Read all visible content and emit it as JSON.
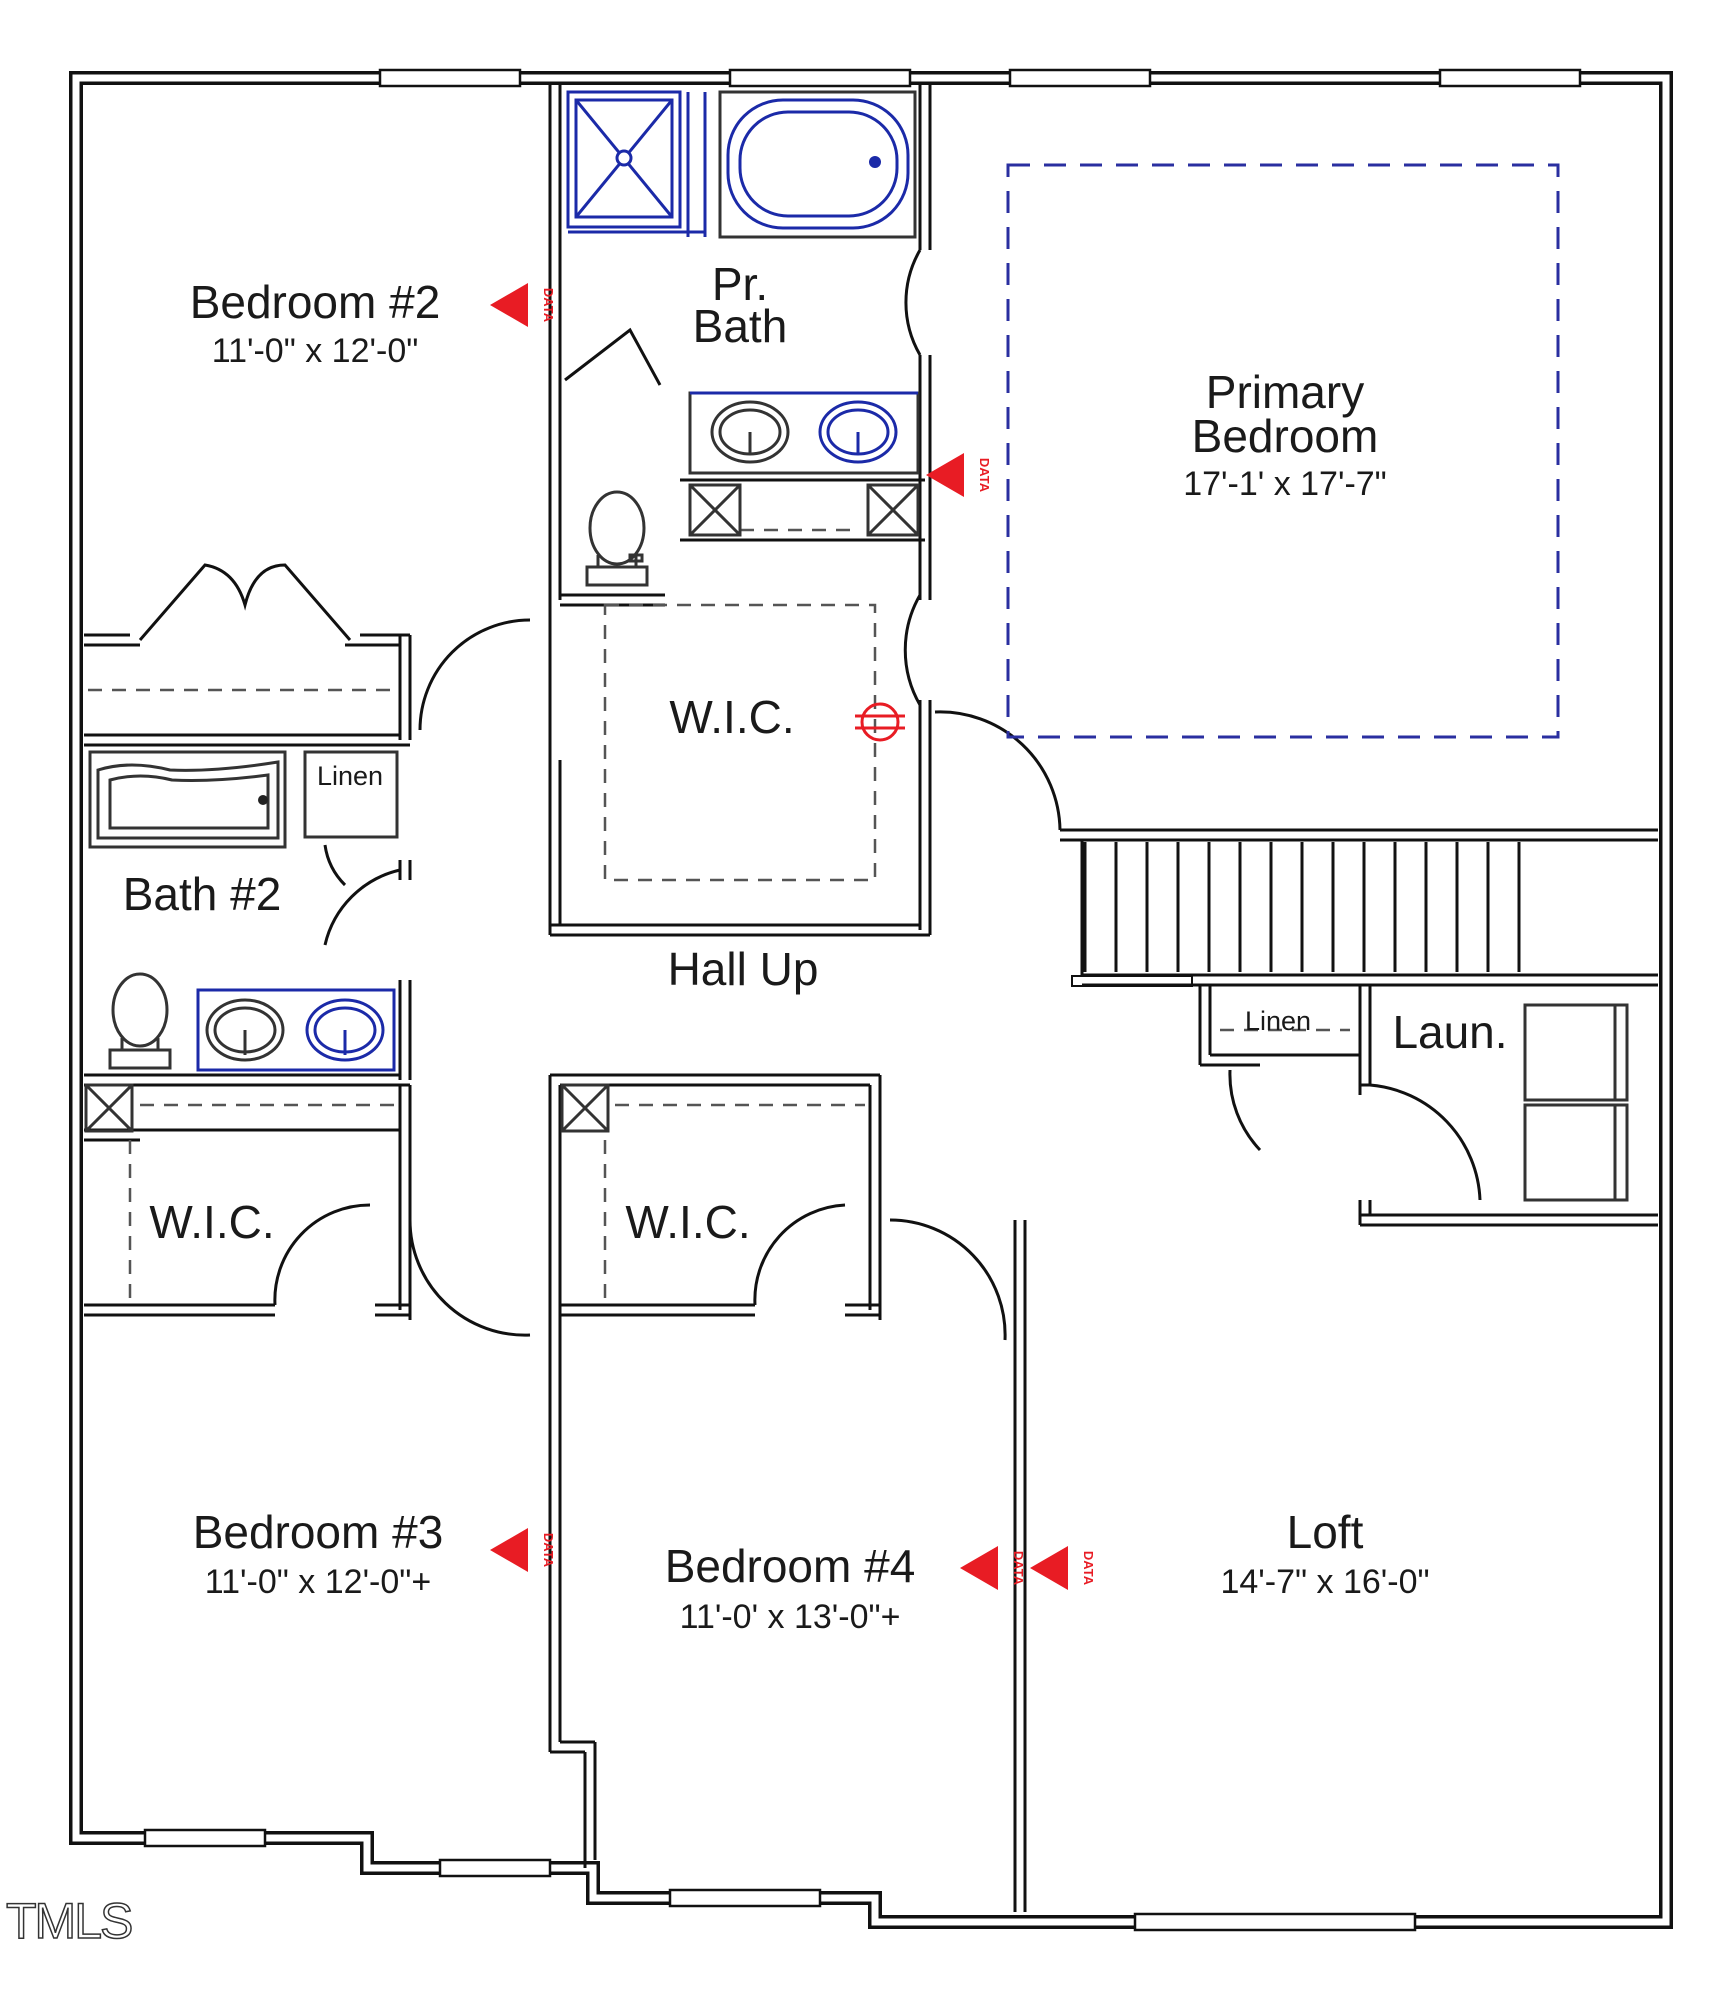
{
  "watermark": "TMLS",
  "rooms": {
    "bedroom2": {
      "name": "Bedroom #2",
      "dims": "11'-0\" x 12'-0\""
    },
    "pr_bath": {
      "line1": "Pr.",
      "line2": "Bath"
    },
    "primary": {
      "line1": "Primary",
      "line2": "Bedroom",
      "dims": "17'-1' x 17'-7\""
    },
    "linen_upper": "Linen",
    "bath2": "Bath #2",
    "wic_primary": "W.I.C.",
    "hall": "Hall Up",
    "linen_lower": "Linen",
    "laundry": "Laun.",
    "wic_bed3": "W.I.C.",
    "wic_bed4": "W.I.C.",
    "bedroom3": {
      "name": "Bedroom #3",
      "dims": "11'-0\" x 12'-0\"+"
    },
    "bedroom4": {
      "name": "Bedroom #4",
      "dims": "11'-0' x 13'-0\"+"
    },
    "loft": {
      "name": "Loft",
      "dims": "14'-7\" x 16'-0\""
    }
  },
  "data_marker_label": "DATA",
  "colors": {
    "walls": "#111111",
    "fixtures": "#1b2aa8",
    "ceiling_outline": "#2a2fa0",
    "data_marker": "#e81c24"
  }
}
